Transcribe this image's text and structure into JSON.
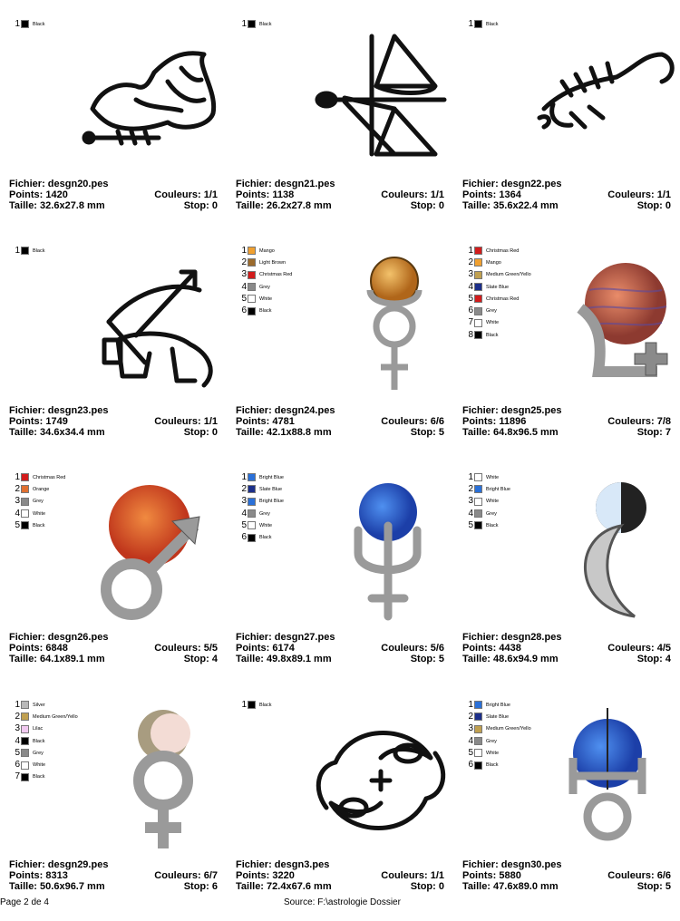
{
  "page": {
    "pagination": "Page 2 de 4",
    "source": "Source: F:\\astrologie Dossier"
  },
  "labels": {
    "file": "Fichier:",
    "points": "Points:",
    "size": "Taille:",
    "colors": "Couleurs:",
    "stop": "Stop:"
  },
  "designs": [
    {
      "file": "desgn20.pes",
      "points": "1420",
      "size": "32.6x27.8 mm",
      "colors": "1/1",
      "stop": "0",
      "art": "leo-icon",
      "palette": [
        {
          "n": "1",
          "name": "Black",
          "hex": "#000000"
        }
      ]
    },
    {
      "file": "desgn21.pes",
      "points": "1138",
      "size": "26.2x27.8 mm",
      "colors": "1/1",
      "stop": "0",
      "art": "libra-scales-icon",
      "palette": [
        {
          "n": "1",
          "name": "Black",
          "hex": "#000000"
        }
      ]
    },
    {
      "file": "desgn22.pes",
      "points": "1364",
      "size": "35.6x22.4 mm",
      "colors": "1/1",
      "stop": "0",
      "art": "scorpion-icon",
      "palette": [
        {
          "n": "1",
          "name": "Black",
          "hex": "#000000"
        }
      ]
    },
    {
      "file": "desgn23.pes",
      "points": "1749",
      "size": "34.6x34.4 mm",
      "colors": "1/1",
      "stop": "0",
      "art": "sagittarius-icon",
      "palette": [
        {
          "n": "1",
          "name": "Black",
          "hex": "#000000"
        }
      ]
    },
    {
      "file": "desgn24.pes",
      "points": "4781",
      "size": "42.1x88.8 mm",
      "colors": "6/6",
      "stop": "5",
      "art": "mercury-symbol-icon",
      "palette": [
        {
          "n": "1",
          "name": "Mango",
          "hex": "#f0a030"
        },
        {
          "n": "2",
          "name": "Light Brown",
          "hex": "#9b6a2c"
        },
        {
          "n": "3",
          "name": "Christmas Red",
          "hex": "#d21c1c"
        },
        {
          "n": "4",
          "name": "Grey",
          "hex": "#8a8a8a"
        },
        {
          "n": "5",
          "name": "White",
          "hex": "#ffffff"
        },
        {
          "n": "6",
          "name": "Black",
          "hex": "#000000"
        }
      ]
    },
    {
      "file": "desgn25.pes",
      "points": "11896",
      "size": "64.8x96.5 mm",
      "colors": "7/8",
      "stop": "7",
      "art": "jupiter-symbol-icon",
      "palette": [
        {
          "n": "1",
          "name": "Christmas Red",
          "hex": "#d21c1c"
        },
        {
          "n": "2",
          "name": "Mango",
          "hex": "#f0a030"
        },
        {
          "n": "3",
          "name": "Medium Green/Yello",
          "hex": "#c0a050"
        },
        {
          "n": "4",
          "name": "Slate Blue",
          "hex": "#1c2f8a"
        },
        {
          "n": "5",
          "name": "Christmas Red",
          "hex": "#d21c1c"
        },
        {
          "n": "6",
          "name": "Grey",
          "hex": "#8a8a8a"
        },
        {
          "n": "7",
          "name": "White",
          "hex": "#ffffff"
        },
        {
          "n": "8",
          "name": "Black",
          "hex": "#000000"
        }
      ]
    },
    {
      "file": "desgn26.pes",
      "points": "6848",
      "size": "64.1x89.1 mm",
      "colors": "5/5",
      "stop": "4",
      "art": "mars-symbol-icon",
      "palette": [
        {
          "n": "1",
          "name": "Christmas Red",
          "hex": "#d21c1c"
        },
        {
          "n": "2",
          "name": "Orange",
          "hex": "#e07030"
        },
        {
          "n": "3",
          "name": "Grey",
          "hex": "#8a8a8a"
        },
        {
          "n": "4",
          "name": "White",
          "hex": "#ffffff"
        },
        {
          "n": "5",
          "name": "Black",
          "hex": "#000000"
        }
      ]
    },
    {
      "file": "desgn27.pes",
      "points": "6174",
      "size": "49.8x89.1 mm",
      "colors": "5/6",
      "stop": "5",
      "art": "neptune-symbol-icon",
      "palette": [
        {
          "n": "1",
          "name": "Bright Blue",
          "hex": "#2a70d8"
        },
        {
          "n": "2",
          "name": "Slate Blue",
          "hex": "#1c2f8a"
        },
        {
          "n": "3",
          "name": "Bright Blue",
          "hex": "#2a70d8"
        },
        {
          "n": "4",
          "name": "Grey",
          "hex": "#8a8a8a"
        },
        {
          "n": "5",
          "name": "White",
          "hex": "#ffffff"
        },
        {
          "n": "6",
          "name": "Black",
          "hex": "#000000"
        }
      ]
    },
    {
      "file": "desgn28.pes",
      "points": "4438",
      "size": "48.6x94.9 mm",
      "colors": "4/5",
      "stop": "4",
      "art": "moon-symbol-icon",
      "palette": [
        {
          "n": "1",
          "name": "White",
          "hex": "#ffffff"
        },
        {
          "n": "2",
          "name": "Bright Blue",
          "hex": "#2a70d8"
        },
        {
          "n": "3",
          "name": "White",
          "hex": "#ffffff"
        },
        {
          "n": "4",
          "name": "Grey",
          "hex": "#8a8a8a"
        },
        {
          "n": "5",
          "name": "Black",
          "hex": "#000000"
        }
      ]
    },
    {
      "file": "desgn29.pes",
      "points": "8313",
      "size": "50.6x96.7 mm",
      "colors": "6/7",
      "stop": "6",
      "art": "venus-symbol-icon",
      "palette": [
        {
          "n": "1",
          "name": "Silver",
          "hex": "#b8b8b8"
        },
        {
          "n": "2",
          "name": "Medium Green/Yello",
          "hex": "#c0a050"
        },
        {
          "n": "3",
          "name": "Lilac",
          "hex": "#f0c8f0"
        },
        {
          "n": "4",
          "name": "Black",
          "hex": "#000000"
        },
        {
          "n": "5",
          "name": "Grey",
          "hex": "#8a8a8a"
        },
        {
          "n": "6",
          "name": "White",
          "hex": "#ffffff"
        },
        {
          "n": "7",
          "name": "Black",
          "hex": "#000000"
        }
      ]
    },
    {
      "file": "desgn3.pes",
      "points": "3220",
      "size": "72.4x67.6 mm",
      "colors": "1/1",
      "stop": "0",
      "art": "pisces-icon",
      "palette": [
        {
          "n": "1",
          "name": "Black",
          "hex": "#000000"
        }
      ]
    },
    {
      "file": "desgn30.pes",
      "points": "5880",
      "size": "47.6x89.0 mm",
      "colors": "6/6",
      "stop": "5",
      "art": "uranus-symbol-icon",
      "palette": [
        {
          "n": "1",
          "name": "Bright Blue",
          "hex": "#2a70d8"
        },
        {
          "n": "2",
          "name": "Slate Blue",
          "hex": "#1c2f8a"
        },
        {
          "n": "3",
          "name": "Medium Green/Yello",
          "hex": "#c0a050"
        },
        {
          "n": "4",
          "name": "Grey",
          "hex": "#8a8a8a"
        },
        {
          "n": "5",
          "name": "White",
          "hex": "#ffffff"
        },
        {
          "n": "6",
          "name": "Black",
          "hex": "#000000"
        }
      ]
    }
  ]
}
